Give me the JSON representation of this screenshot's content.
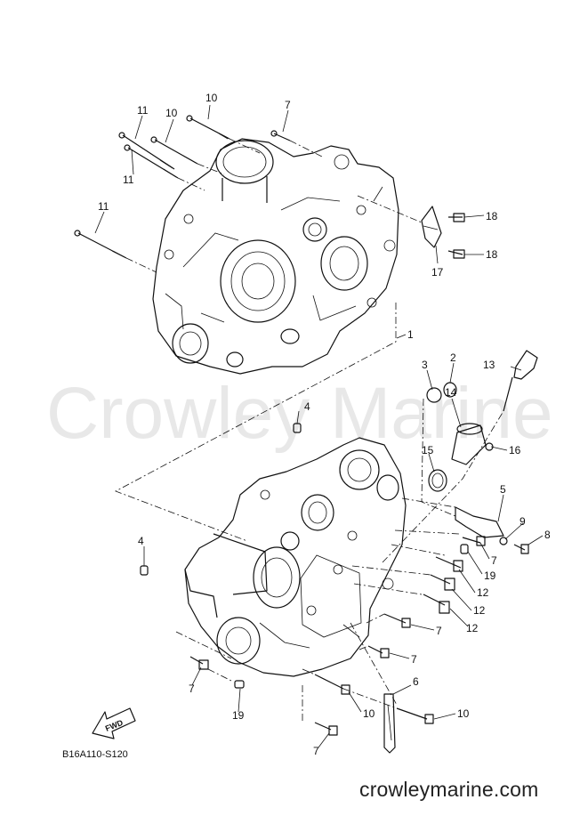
{
  "watermark": "Crowley Marine",
  "site_text": "crowleymarine.com",
  "reference_code": "B16A110-S120",
  "fwd_label": "FWD",
  "callouts": {
    "c1": "1",
    "c2": "2",
    "c3": "3",
    "c4a": "4",
    "c4b": "4",
    "c5": "5",
    "c6": "6",
    "c7a": "7",
    "c7b": "7",
    "c7c": "7",
    "c7d": "7",
    "c7e": "7",
    "c7f": "7",
    "c8": "8",
    "c9": "9",
    "c10a": "10",
    "c10b": "10",
    "c10c": "10",
    "c10d": "10",
    "c11a": "11",
    "c11b": "11",
    "c11c": "11",
    "c12a": "12",
    "c12b": "12",
    "c12c": "12",
    "c13": "13",
    "c14": "14",
    "c15": "15",
    "c16": "16",
    "c17": "17",
    "c18a": "18",
    "c18b": "18",
    "c19a": "19",
    "c19b": "19"
  },
  "colors": {
    "line": "#111111",
    "watermark": "#e8e8e8",
    "background": "#ffffff"
  }
}
